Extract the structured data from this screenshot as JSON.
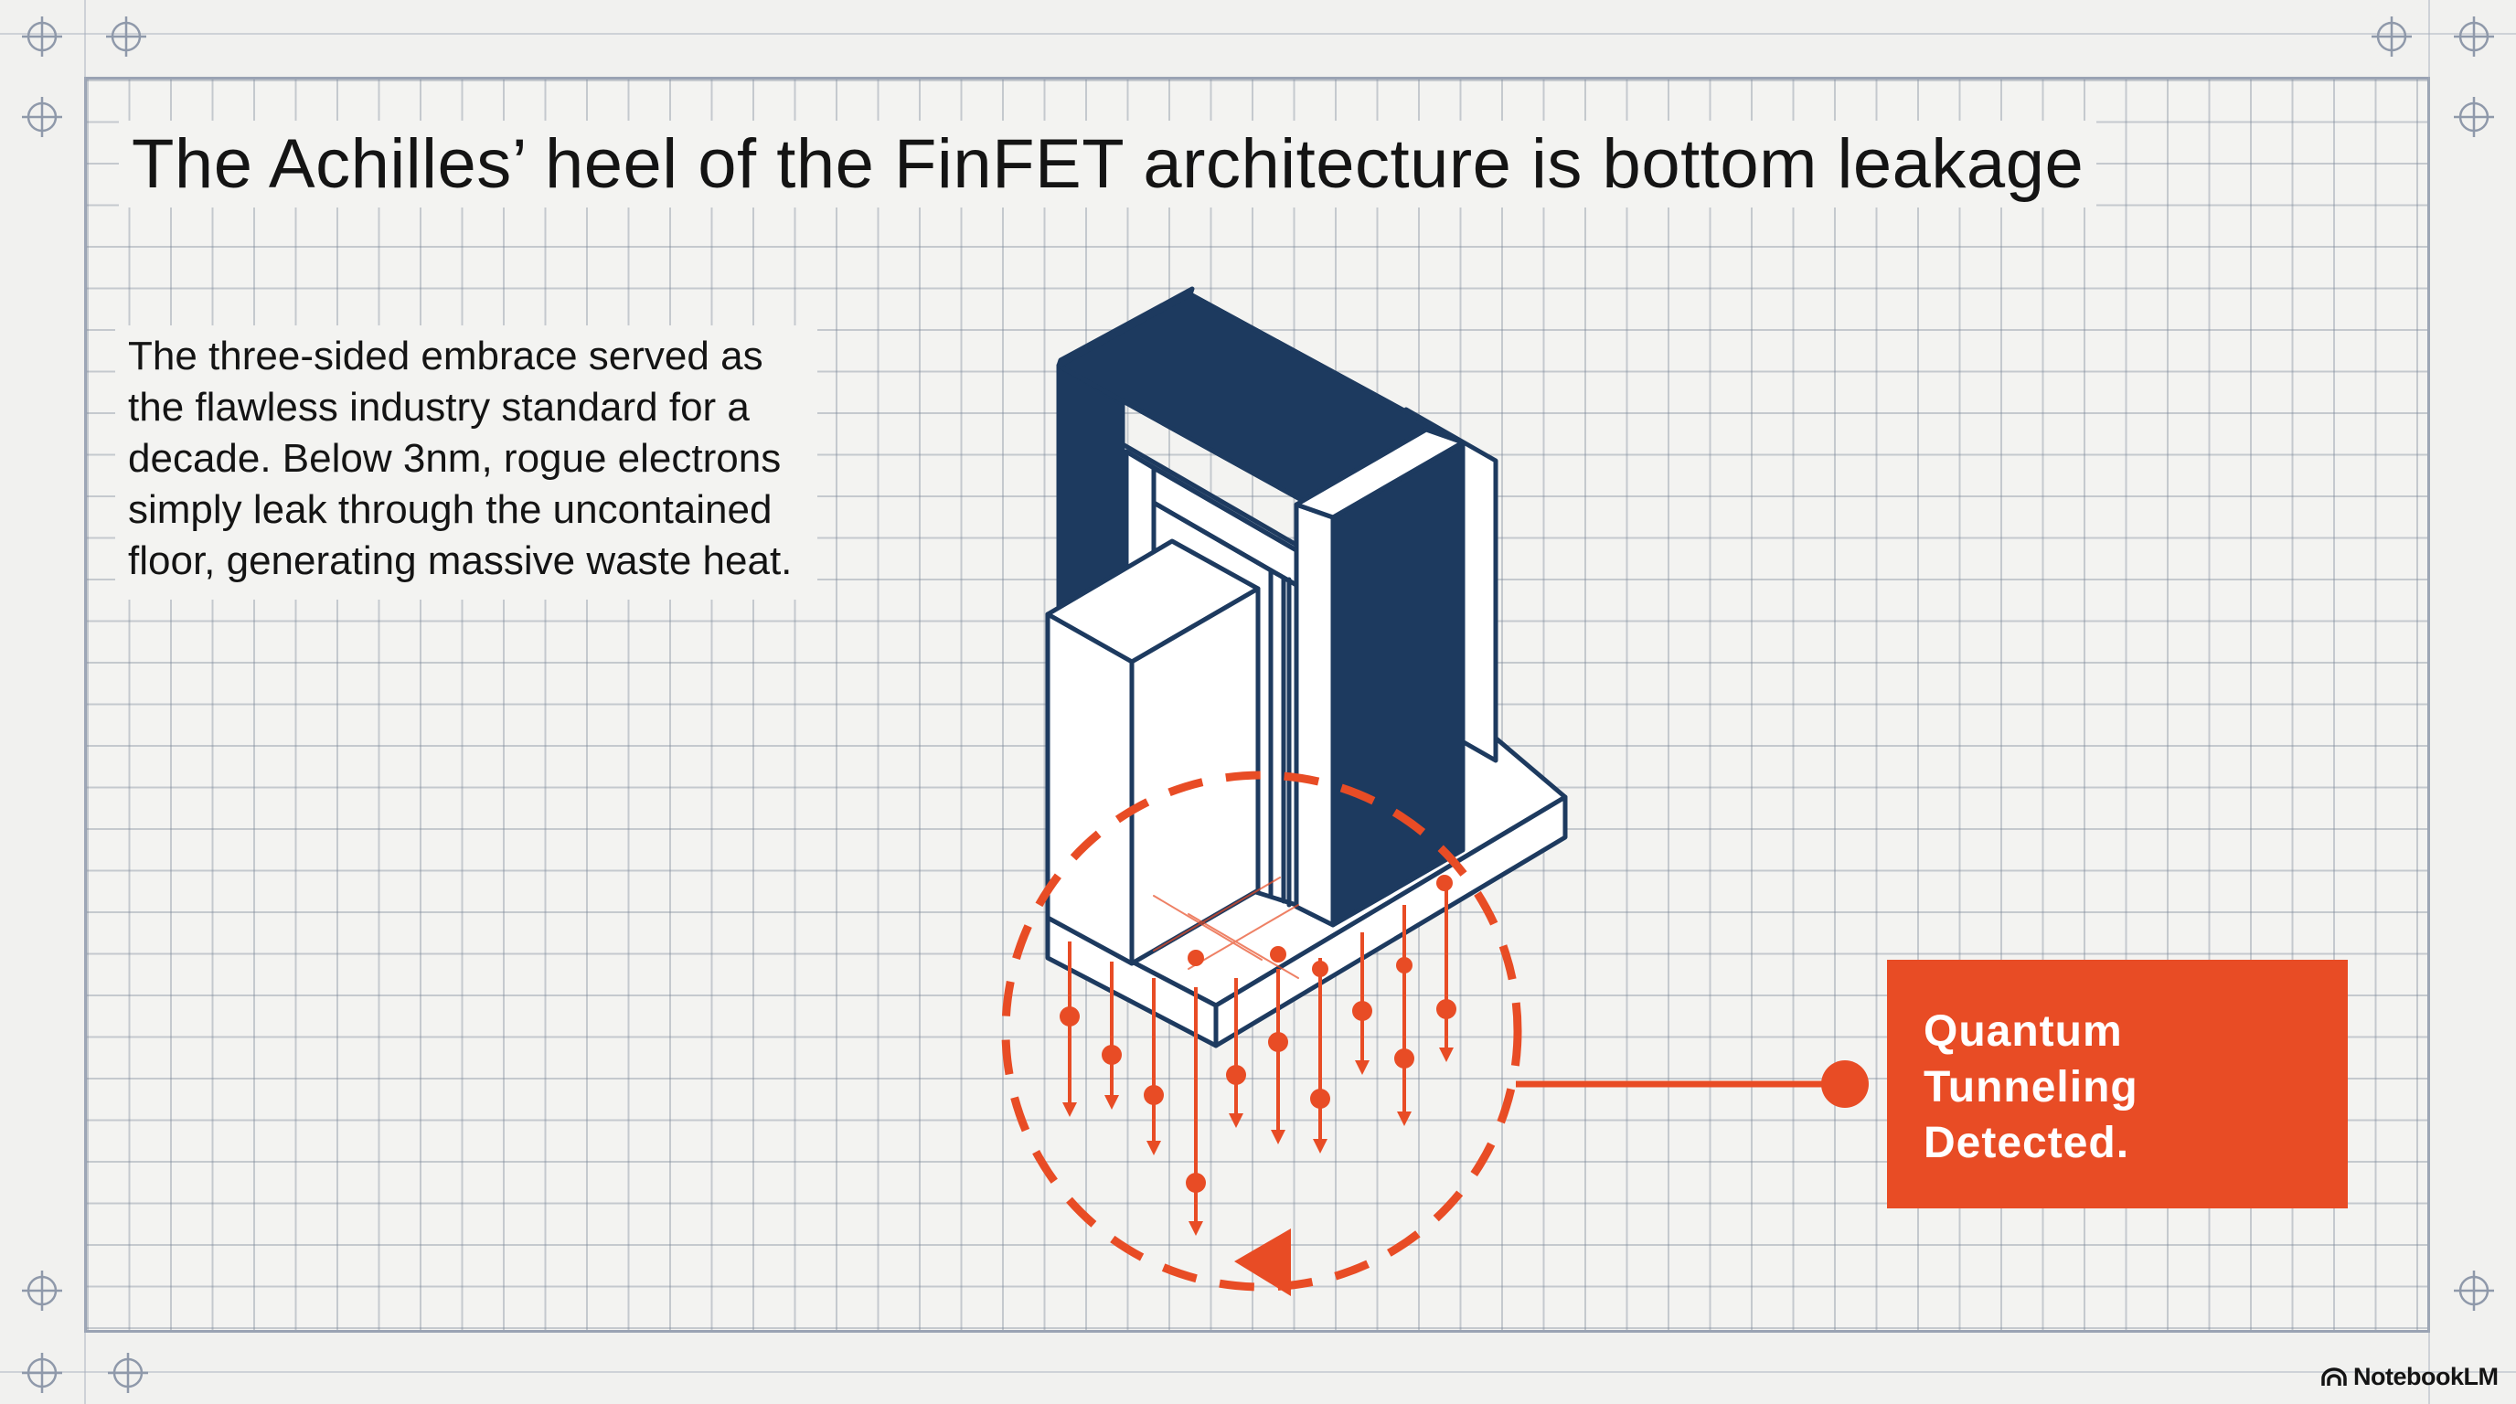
{
  "slide": {
    "title": "The Achilles’ heel of the FinFET architecture is bottom leakage",
    "body": "The three-sided embrace served as the flawless industry standard for a decade. Below 3nm, rogue electrons simply leak through the uncontained floor, generating massive waste heat."
  },
  "callout": {
    "text": "Quantum Tunneling Detected."
  },
  "branding": {
    "label": "NotebookLM",
    "icon": "notebooklm-logo-icon"
  },
  "colors": {
    "accent": "#e84c25",
    "gate_navy": "#1d3a5f",
    "outline": "#1d3a5f",
    "grid": "#8f99aa",
    "background": "#f3f3f1"
  },
  "icons": {
    "registration_mark": "crosshair-icon",
    "flow_arrow": "triangle-arrow-icon"
  }
}
